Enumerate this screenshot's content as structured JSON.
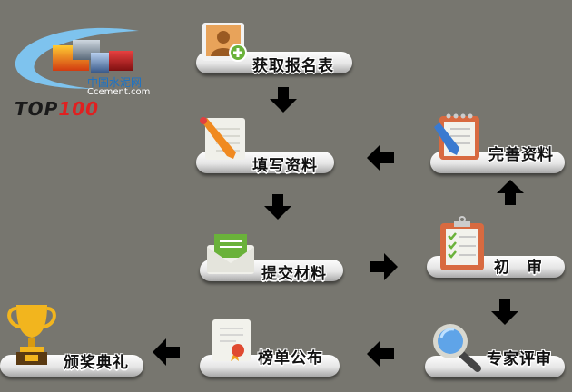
{
  "logo": {
    "cn": "中国水泥网",
    "en": "Ccement.com",
    "top": "TOP",
    "num": "100"
  },
  "steps": {
    "s1": "获取报名表",
    "s2": "填写资料",
    "s3": "提交材料",
    "s4": "初　审",
    "s5": "完善资料",
    "s6": "专家评审",
    "s7": "榜单公布",
    "s8": "颁奖典礼"
  },
  "colors": {
    "background": "#77766f",
    "arrow": "#000000",
    "accent_red": "#e02020",
    "logo_blue": "#1a73c8"
  }
}
